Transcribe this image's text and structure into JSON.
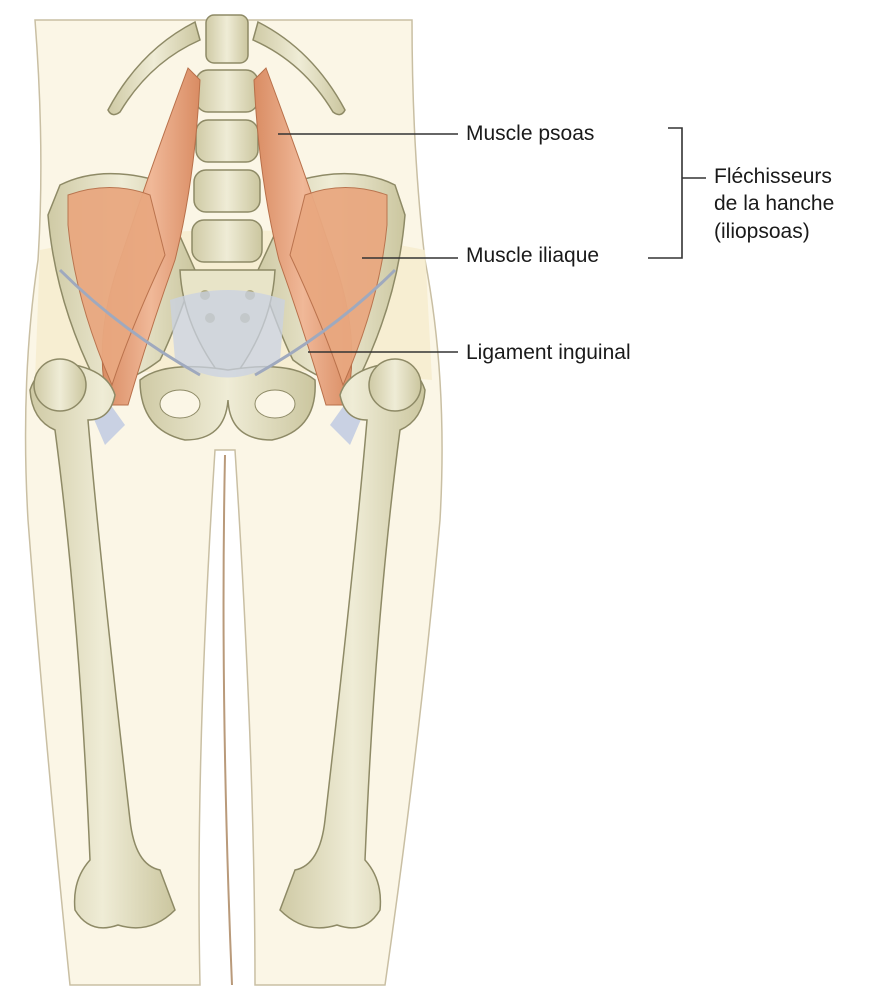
{
  "labels": {
    "psoas": "Muscle psoas",
    "iliaque": "Muscle iliaque",
    "inguinal": "Ligament inguinal",
    "group_line1": "Fléchisseurs",
    "group_line2": "de la hanche",
    "group_line3": "(iliopsoas)"
  },
  "colors": {
    "bone": "#e6e2c4",
    "bone_outline": "#8e8a66",
    "muscle": "#e8a67f",
    "ligament": "#c9d1e3",
    "skin": "#f7efd6",
    "leader": "#333333"
  }
}
